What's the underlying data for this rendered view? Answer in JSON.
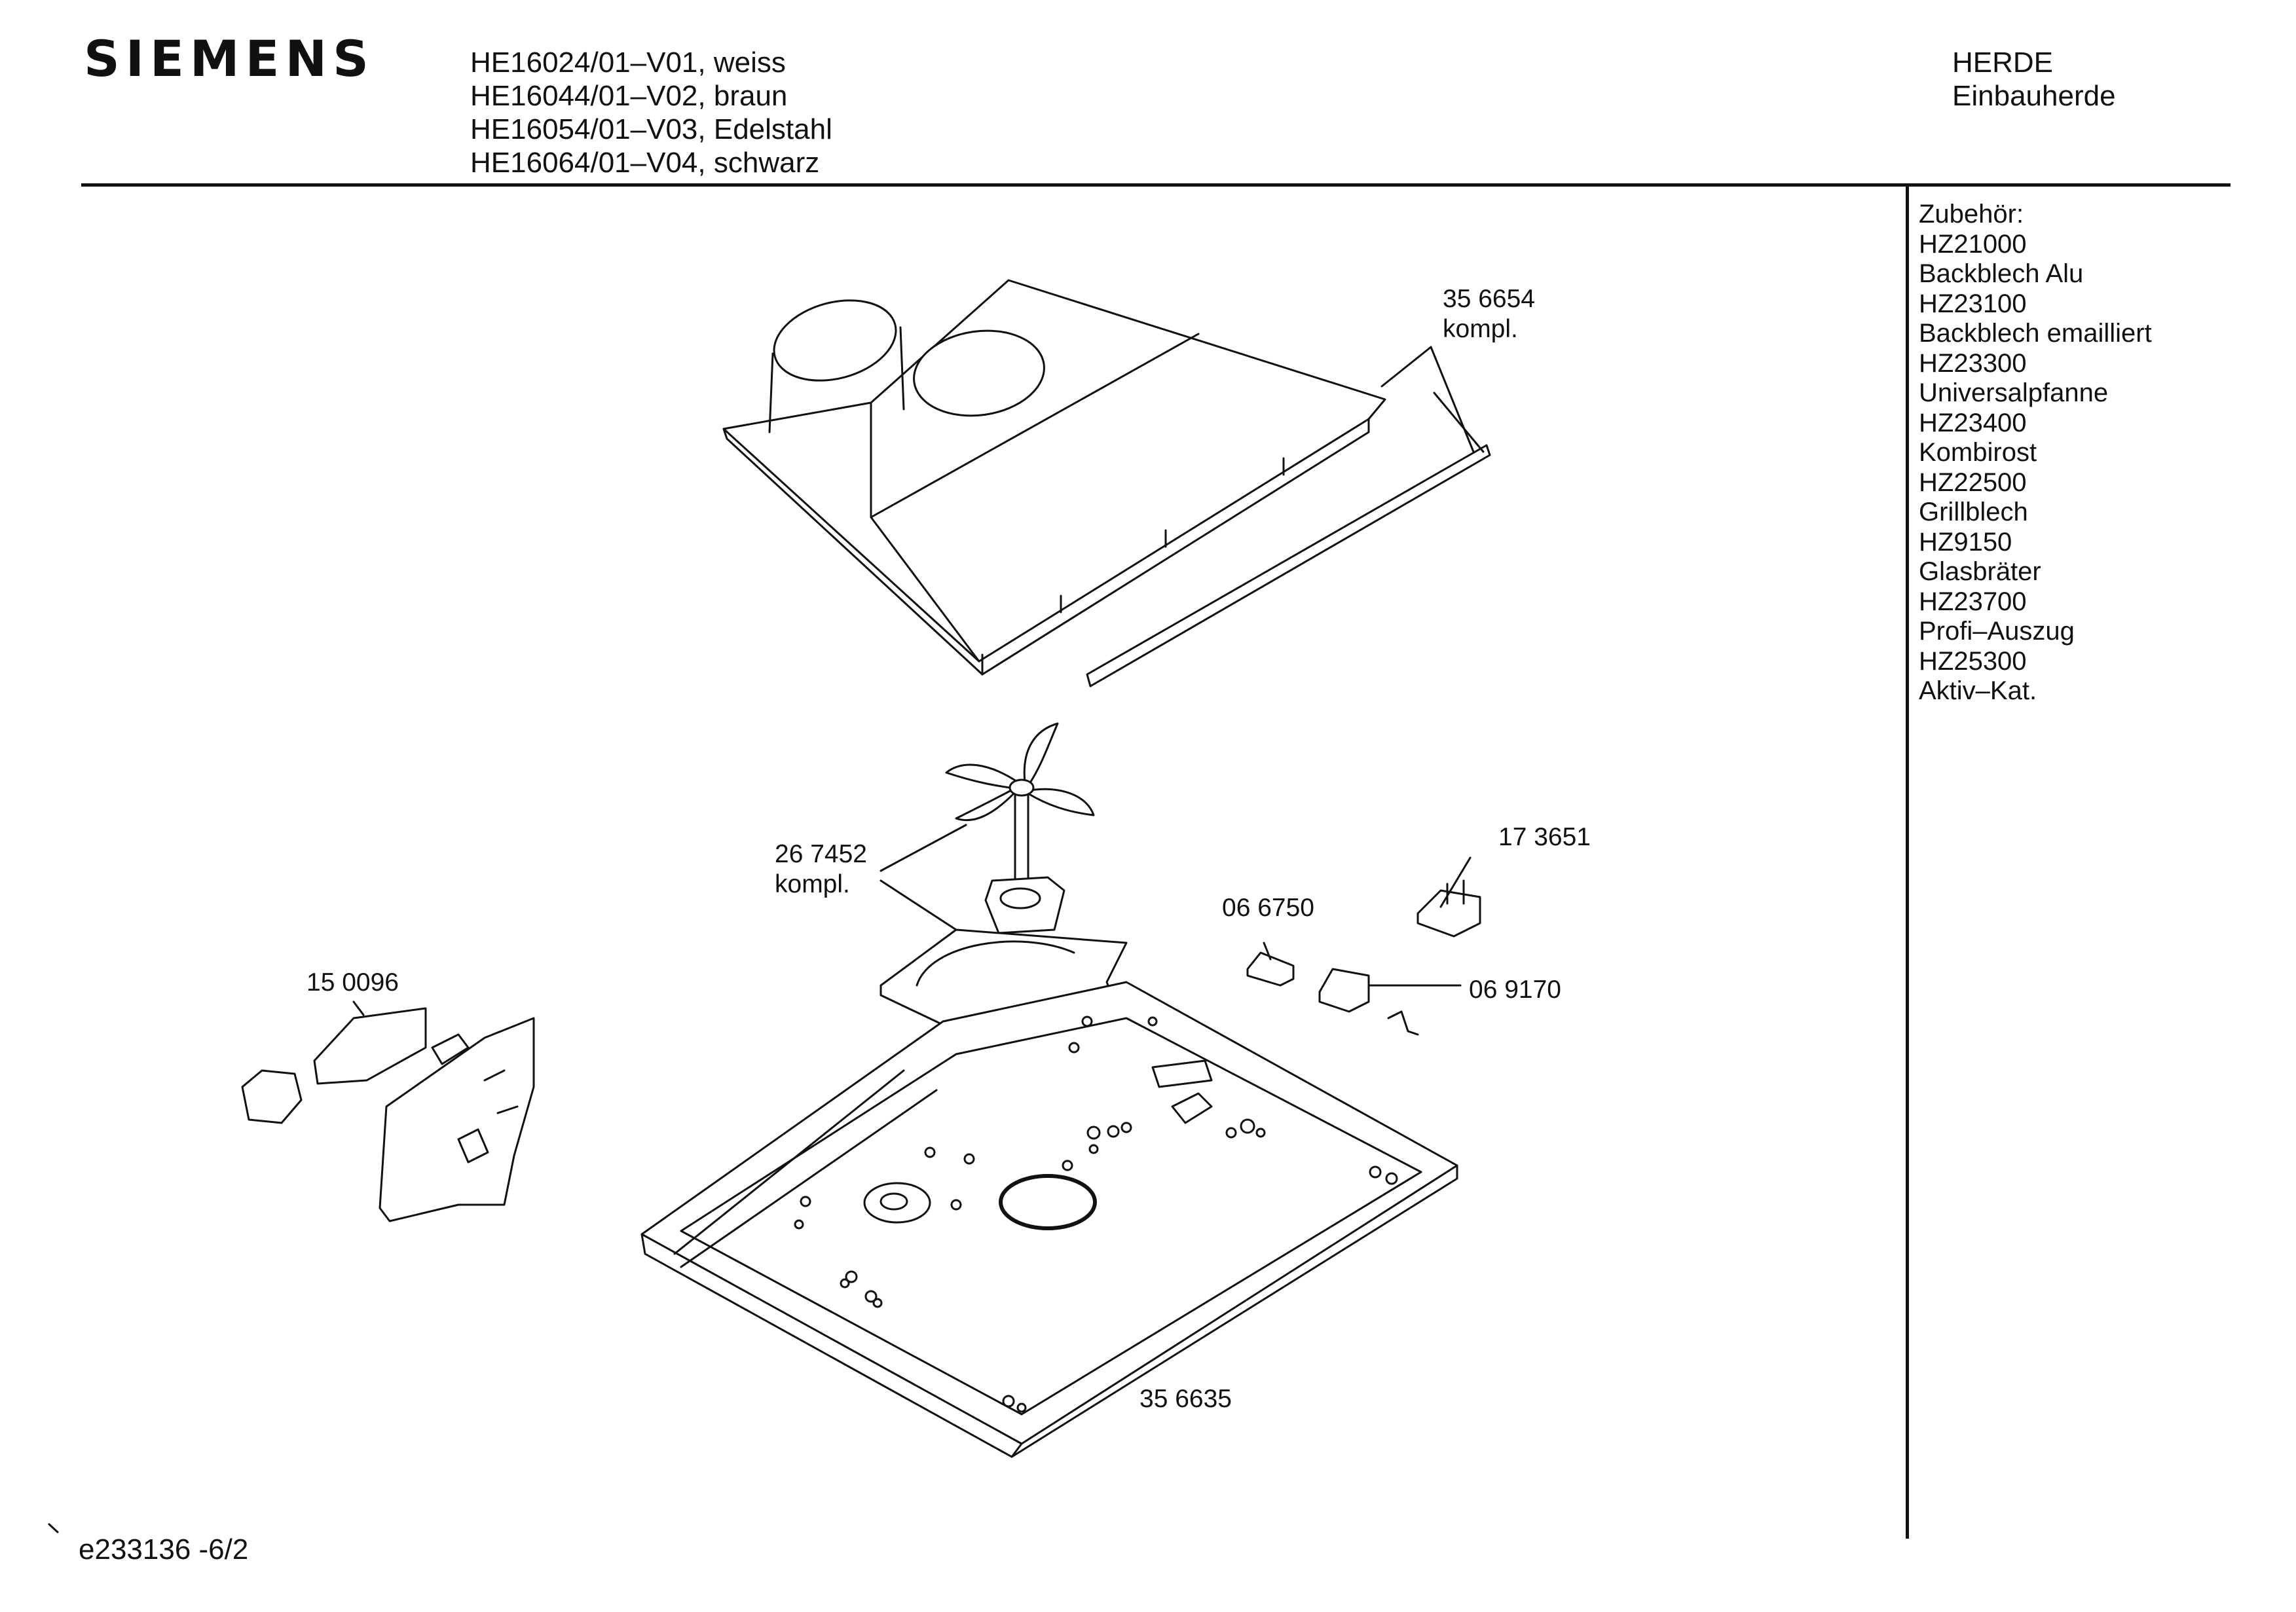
{
  "header": {
    "brand": "SIEMENS",
    "models": [
      "HE16024/01–V01, weiss",
      "HE16044/01–V02, braun",
      "HE16054/01–V03, Edelstahl",
      "HE16064/01–V04, schwarz"
    ],
    "category": "HERDE",
    "subcategory": "Einbauherde"
  },
  "accessories": {
    "title": "Zubehör:",
    "items": [
      "HZ21000",
      "Backblech Alu",
      "HZ23100",
      "Backblech emailliert",
      "HZ23300",
      "Universalpfanne",
      "HZ23400",
      "Kombirost",
      "HZ22500",
      "Grillblech",
      "HZ9150",
      "Glasbräter",
      "HZ23700",
      "Profi–Auszug",
      "HZ25300",
      "Aktiv–Kat."
    ]
  },
  "parts": {
    "cover": {
      "number": "35 6654",
      "note": "kompl."
    },
    "fan": {
      "number": "26 7452",
      "note": "kompl."
    },
    "thermostat": {
      "number": "17 3651"
    },
    "sensor": {
      "number": "06 6750"
    },
    "switch": {
      "number": "06 9170"
    },
    "bracket": {
      "number": "15 0096"
    },
    "base_plate": {
      "number": "35 6635"
    }
  },
  "footer": {
    "drawing_id": "e233136 -6/2"
  }
}
